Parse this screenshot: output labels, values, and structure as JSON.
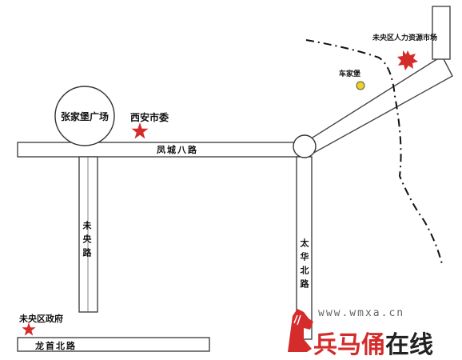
{
  "map": {
    "roads": {
      "fengcheng": "凤城八路",
      "weiyang": "未央路",
      "taihua": "太华北路",
      "longshou": "龙首北路"
    },
    "places": {
      "plaza": "张家堡广场",
      "party_committee": "西安市委",
      "district_gov": "未央区政府",
      "chejiabao": "车家堡",
      "hr_market": "未央区人力资源市场"
    },
    "colors": {
      "marker_red": "#d42b2b",
      "marker_yellow": "#f0d020",
      "road_stroke": "#444444"
    }
  },
  "watermark": {
    "url": "www.wmxa.cn",
    "brand_a": "兵马俑",
    "brand_b": "在线"
  }
}
